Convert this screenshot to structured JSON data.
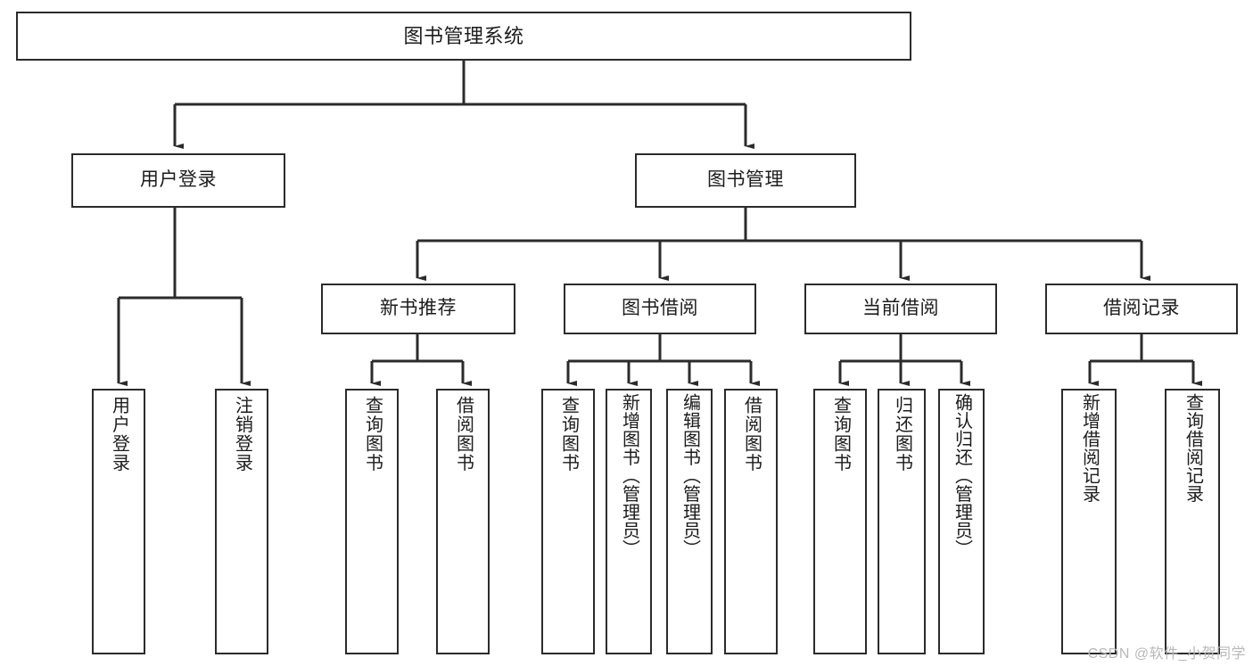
{
  "diagram": {
    "title": "图书管理系统",
    "type": "tree-hierarchy-diagram",
    "colors": {
      "box_border": "#2b2b2b",
      "box_fill": "#ffffff",
      "connector": "#2b2b2b",
      "text": "#1c1c1c",
      "watermark": "#b8b8b8",
      "background": "#ffffff"
    },
    "watermark": "CSDN @软件_小贺同学",
    "root": {
      "label": "图书管理系统"
    },
    "level1": [
      {
        "label": "用户登录"
      },
      {
        "label": "图书管理"
      }
    ],
    "level2": [
      {
        "label": "新书推荐"
      },
      {
        "label": "图书借阅"
      },
      {
        "label": "当前借阅"
      },
      {
        "label": "借阅记录"
      }
    ],
    "leaves": {
      "user_login": [
        {
          "label": "用户登录"
        },
        {
          "label": "注销登录"
        }
      ],
      "new_book_recommend": [
        {
          "label": "查询图书"
        },
        {
          "label": "借阅图书"
        }
      ],
      "book_borrow": [
        {
          "label": "查询图书"
        },
        {
          "label": "新增图书（管理员）"
        },
        {
          "label": "编辑图书（管理员）"
        },
        {
          "label": "借阅图书"
        }
      ],
      "current_borrow": [
        {
          "label": "查询图书"
        },
        {
          "label": "归还图书"
        },
        {
          "label": "确认归还（管理员）"
        }
      ],
      "borrow_record": [
        {
          "label": "新增借阅记录"
        },
        {
          "label": "查询借阅记录"
        }
      ]
    }
  }
}
